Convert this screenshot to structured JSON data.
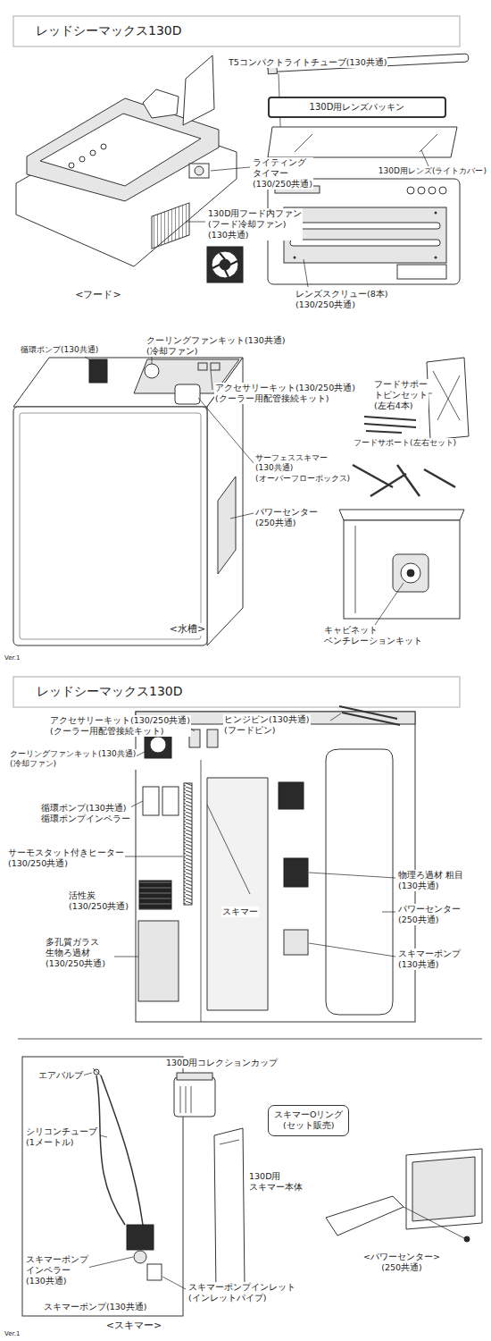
{
  "diagram": {
    "title": "レッドシーマックス130D",
    "nodes": [
      {
        "text": [
          "130D用レンズパッキン"
        ]
      },
      {
        "text": [
          "スキマーOリング (セット販売)"
        ]
      }
    ],
    "labels": [
      "T5コンパクトライトチューブ(130共通)",
      "130D用レンズ(ライトカバー)",
      "ライティング タイマー (130/250共通)",
      "130D用フード内ファン (フード冷却ファン) (130共通)",
      "<フード>",
      "レンズスクリュー(8本) (130/250共通)",
      "循環ポンプ(130共通)",
      "クーリングファンキット(130共通) (冷却ファン)",
      "アクセサリーキット(130/250共通) (クーラー用配管接続キット)",
      "フードサポー トピンセット (左右4本)",
      "フードサポート(左右セット)",
      "サーフェススキマー (130共通) (オーバーフローボックス)",
      "パワーセンター (250共通)",
      "<水槽>",
      "キャビネット ベンチレーションキット",
      "Ver.1",
      "レッドシーマックス130D",
      "アクセサリーキット(130/250共通) (クーラー用配管接続キット)",
      "ヒンジピン(130共通) (フードピン)",
      "クーリングファンキット(130共通) (冷却ファン)",
      "循環ポンプ(130共通) 循環ポンプインペラー",
      "サーモスタット付きヒーター (130/250共通)",
      "活性炭 (130/250共通)",
      "多孔質ガラス 生物ろ過材 (130/250共通)",
      "スキマー",
      "物理ろ過材 粗目 (130共通)",
      "パワーセンター (250共通)",
      "スキマーポンプ (130共通)",
      "エアバルブ",
      "130D用コレクションカップ",
      "シリコンチューブ (1メートル)",
      "130D用 スキマー本体",
      "スキマーポンプ インペラー (130共通)",
      "スキマーポンプインレット (インレットパイプ)",
      "スキマーポンプ(130共通)",
      "<パワーセンター> (250共通)",
      "<スキマー>",
      "Ver.1"
    ]
  }
}
